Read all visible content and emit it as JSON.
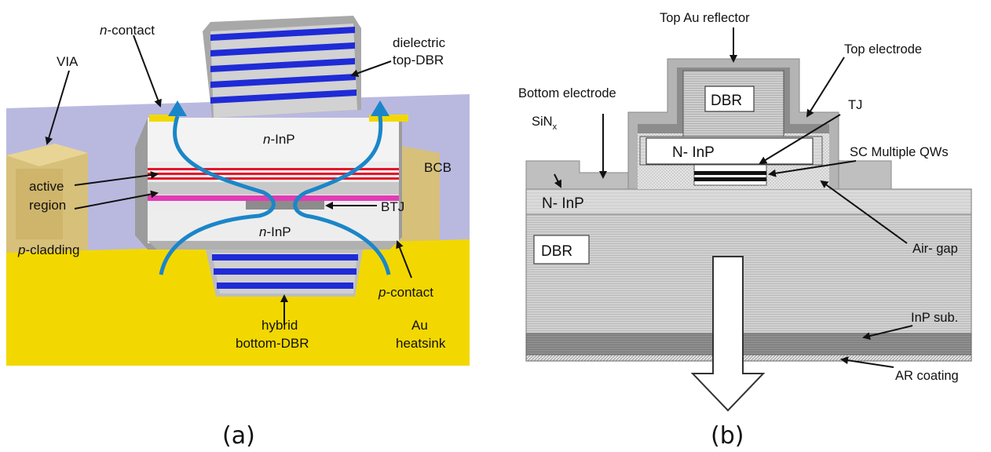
{
  "panel_a": {
    "caption": "(a)",
    "labels": {
      "n_contact_n": "n",
      "n_contact_rest": "-contact",
      "dielectric": "dielectric",
      "top_dbr": "top-DBR",
      "via": "VIA",
      "ninp_top_n": "n",
      "ninp_top_rest": "-InP",
      "bcb": "BCB",
      "active": "active",
      "region": "region",
      "btj": "BTJ",
      "ninp_bot_n": "n",
      "ninp_bot_rest": "-InP",
      "p_cladding_p": "p",
      "p_cladding_rest": "-cladding",
      "p_contact_p": "p",
      "p_contact_rest": "-contact",
      "hybrid": "hybrid",
      "bottom_dbr": "bottom-DBR",
      "au": "Au",
      "heatsink": "heatsink"
    }
  },
  "panel_b": {
    "caption": "(b)",
    "labels": {
      "top_au_reflector": "Top Au reflector",
      "top_electrode": "Top electrode",
      "bottom_electrode": "Bottom electrode",
      "dbr_top": "DBR",
      "tj": "TJ",
      "sinx_main": "SiN",
      "sinx_sub": "x",
      "n_inp_mesa": "N- InP",
      "sc_multiple_qws": "SC Multiple QWs",
      "n_inp_layer": "N- InP",
      "dbr_bottom": "DBR",
      "air_gap": "Air- gap",
      "inp_sub": "InP sub.",
      "ar_coating": "AR coating"
    }
  },
  "colors": {
    "au_yellow": "#f2d800",
    "dbr_blue": "#1f2bd6",
    "bcb_lavender": "#b9b9e0",
    "arrow_cyan": "#1a86c9",
    "active_red": "#e3162a",
    "btj_magenta": "#e23bb4"
  }
}
